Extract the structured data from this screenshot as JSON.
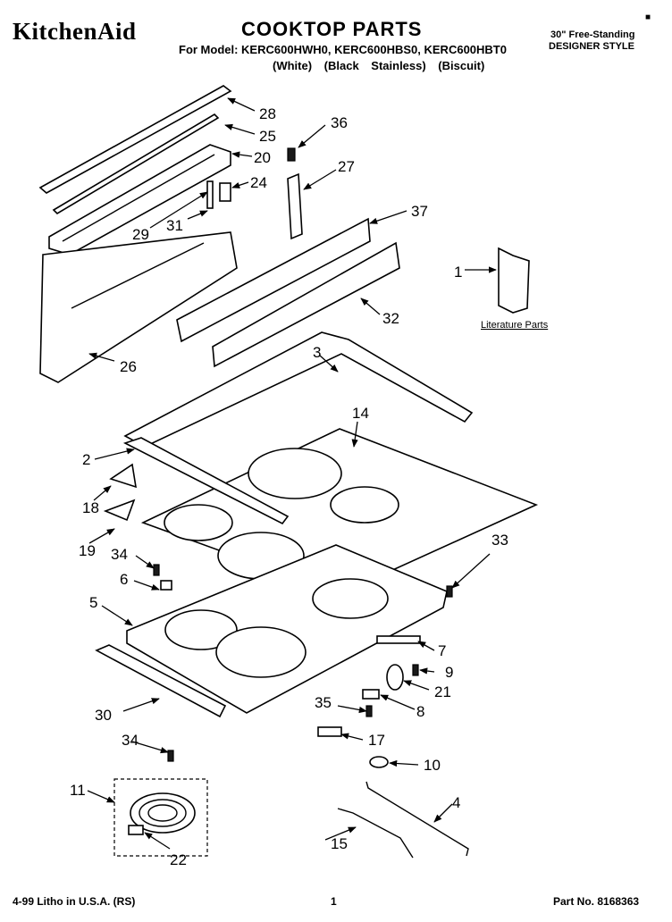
{
  "header": {
    "brand": "KitchenAid",
    "title": "COOKTOP PARTS",
    "models": "For Model: KERC600HWH0, KERC600HBS0, KERC600HBT0",
    "colors": "(White) (Black Stainless) (Biscuit)",
    "style_line1": "30\" Free-Standing",
    "style_line2": "DESIGNER STYLE"
  },
  "literature_label": "Literature Parts",
  "part_labels": {
    "p1": "1",
    "p2": "2",
    "p3": "3",
    "p4": "4",
    "p5": "5",
    "p6": "6",
    "p7": "7",
    "p8": "8",
    "p9": "9",
    "p10": "10",
    "p11": "11",
    "p14": "14",
    "p15": "15",
    "p17": "17",
    "p18": "18",
    "p19": "19",
    "p20": "20",
    "p21": "21",
    "p22": "22",
    "p24": "24",
    "p25": "25",
    "p26": "26",
    "p27": "27",
    "p28": "28",
    "p29": "29",
    "p30": "30",
    "p31": "31",
    "p32": "32",
    "p33": "33",
    "p34a": "34",
    "p34b": "34",
    "p35": "35",
    "p36": "36",
    "p37": "37"
  },
  "footer": {
    "left": "4-99 Litho in U.S.A. (RS)",
    "page": "1",
    "part_no": "Part No. 8168363"
  }
}
